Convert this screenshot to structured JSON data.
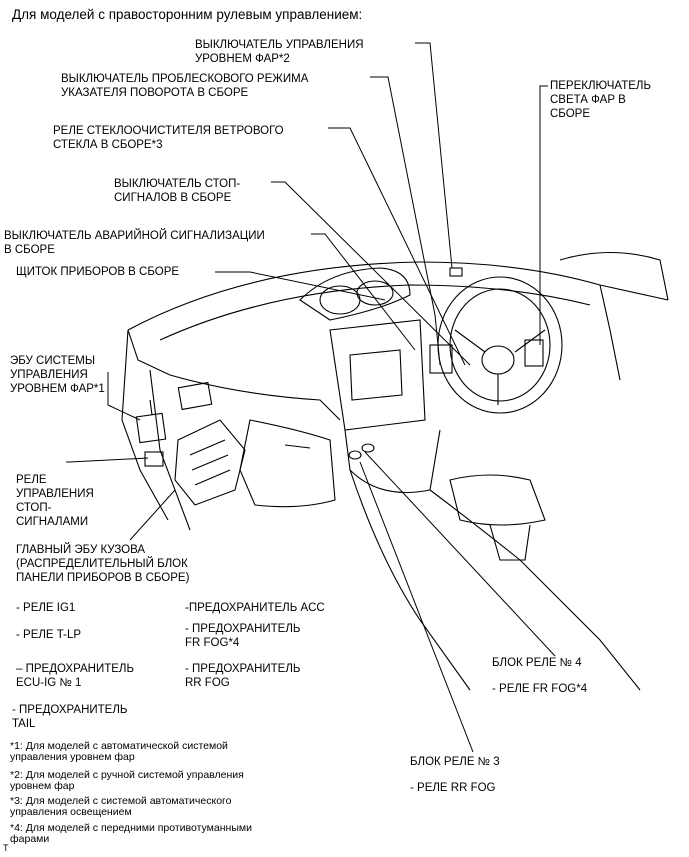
{
  "header": "Для моделей с правосторонним рулевым управлением:",
  "labels": {
    "headlight_level_switch": "ВЫКЛЮЧАТЕЛЬ УПРАВЛЕНИЯ\nУРОВНЕМ ФАР*2",
    "turn_flash_switch": "ВЫКЛЮЧАТЕЛЬ ПРОБЛЕСКОВОГО РЕЖИМА\nУКАЗАТЕЛЯ ПОВОРОТА В СБОРЕ",
    "headlight_switch": "ПЕРЕКЛЮЧАТЕЛЬ\nСВЕТА ФАР В\nСБОРЕ",
    "wiper_relay": "РЕЛЕ СТЕКЛООЧИСТИТЕЛЯ ВЕТРОВОГО\nСТЕКЛА В СБОРЕ*3",
    "stop_switch": "ВЫКЛЮЧАТЕЛЬ СТОП-\nСИГНАЛОВ В СБОРЕ",
    "hazard_switch": "ВЫКЛЮЧАТЕЛЬ АВАРИЙНОЙ СИГНАЛИЗАЦИИ\nВ СБОРЕ",
    "combination_meter": "ЩИТОК ПРИБОРОВ В СБОРЕ",
    "leveling_ecu": "ЭБУ СИСТЕМЫ\nУПРАВЛЕНИЯ\nУРОВНЕМ ФАР*1",
    "stop_relay": "РЕЛЕ\nУПРАВЛЕНИЯ\nСТОП-\nСИГНАЛАМИ",
    "body_ecu": "ГЛАВНЫЙ ЭБУ КУЗОВА\n(РАСПРЕДЕЛИТЕЛЬНЫЙ БЛОК\nПАНЕЛИ ПРИБОРОВ В СБОРЕ)",
    "relay_ig1": "- РЕЛЕ IG1",
    "fuse_acc": "-ПРЕДОХРАНИТЕЛЬ ACC",
    "relay_tlp": "- РЕЛЕ T-LP",
    "fuse_frfog": "- ПРЕДОХРАНИТЕЛЬ\nFR FOG*4",
    "fuse_ecuig": "– ПРЕДОХРАНИТЕЛЬ\nECU-IG № 1",
    "fuse_rrfog": "- ПРЕДОХРАНИТЕЛЬ\nRR FOG",
    "fuse_tail": "- ПРЕДОХРАНИТЕЛЬ\nTAIL",
    "relay_block4": "БЛОК РЕЛЕ № 4",
    "relay_frfog": "- РЕЛЕ FR FOG*4",
    "relay_block3": "БЛОК РЕЛЕ № 3",
    "relay_rrfog": "- РЕЛЕ RR FOG"
  },
  "footnotes": [
    "*1: Для моделей с автоматической системой\nуправления уровнем фар",
    "*2: Для моделей с ручной системой управления\nуровнем фар",
    "*3: Для моделей с системой автоматического\nуправления освещением",
    "*4: Для моделей с передними противотуманными\nфарами"
  ],
  "corner_mark": "T"
}
